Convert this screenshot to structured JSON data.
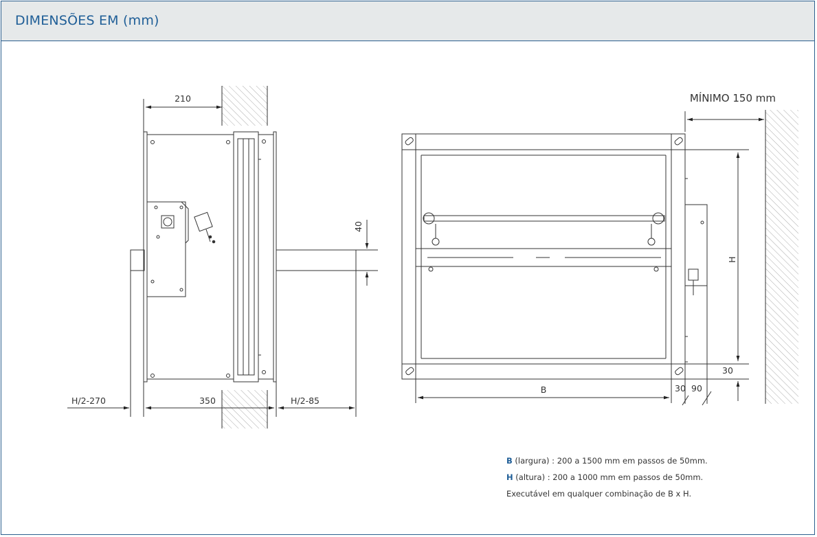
{
  "header": {
    "title": "DIMENSÕES EM (mm)"
  },
  "dimensions": {
    "d210": "210",
    "d350": "350",
    "d40": "40",
    "h2_270": "H/2-270",
    "h2_85": "H/2-85",
    "minimo": "MÍNIMO 150 mm",
    "b": "B",
    "h": "H",
    "d30_right": "30",
    "d30_bottom": "30",
    "d90": "90"
  },
  "notes": {
    "b_key": "B",
    "b_text": " (largura) : 200 a 1500 mm em passos de 50mm.",
    "h_key": "H",
    "h_text": " (altura) : 200 a 1000 mm em passos de 50mm.",
    "combo": "Executável em qualquer combinação de B x H."
  },
  "colors": {
    "accent": "#1f5e97",
    "header_bg": "#e6e9ea",
    "line": "#333333"
  }
}
